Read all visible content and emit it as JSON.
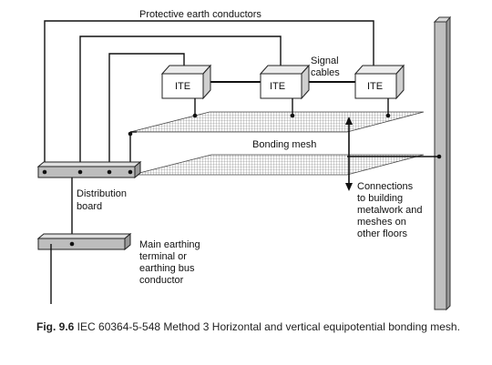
{
  "labels": {
    "pe_conductors": "Protective earth conductors",
    "signal_cables_1": "Signal",
    "signal_cables_2": "cables",
    "ite": "ITE",
    "bonding_mesh": "Bonding mesh",
    "distribution_board_1": "Distribution",
    "distribution_board_2": "board",
    "connections": [
      "Connections",
      "to building",
      "metalwork and",
      "meshes on",
      "other floors"
    ],
    "main_earthing": [
      "Main earthing",
      "terminal or",
      "earthing bus",
      "conductor"
    ]
  },
  "caption": {
    "figure": "Fig. 9.6",
    "text": " IEC 60364-5-548 Method 3 Horizontal and vertical equipotential bonding mesh."
  }
}
